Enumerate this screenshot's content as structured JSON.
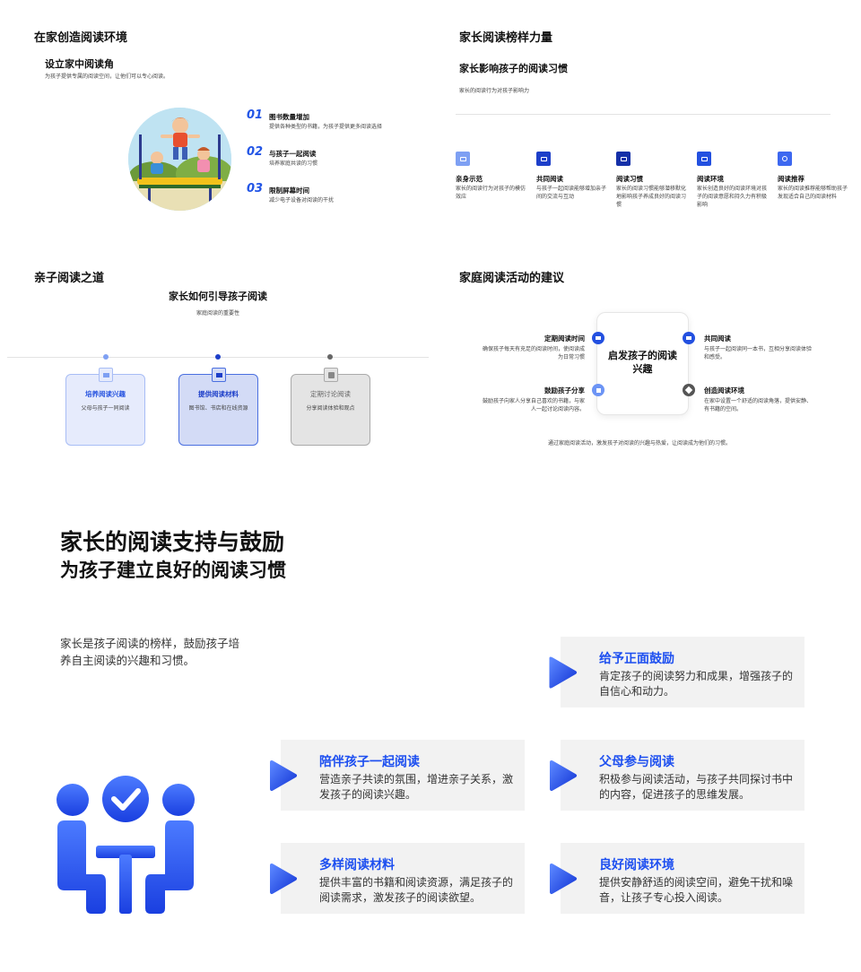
{
  "slide1": {
    "title": "在家创造阅读环境",
    "subtitle": "设立家中阅读角",
    "desc": "为孩子提供专属的阅读空间，让他们可以专心阅读。",
    "items": [
      {
        "num": "01",
        "title": "图书数量增加",
        "desc": "提供各种类型的书籍，为孩子提供更多阅读选择"
      },
      {
        "num": "02",
        "title": "与孩子一起阅读",
        "desc": "培养家庭共读的习惯"
      },
      {
        "num": "03",
        "title": "限制屏幕时间",
        "desc": "减少电子设备对阅读的干扰"
      }
    ]
  },
  "slide2": {
    "title": "家长阅读榜样力量",
    "subtitle": "家长影响孩子的阅读习惯",
    "desc": "家长的阅读行为对孩子影响力",
    "items": [
      {
        "title": "亲身示范",
        "desc": "家长的阅读行为对孩子的模仿效应"
      },
      {
        "title": "共同阅读",
        "desc": "与孩子一起阅读能够增加亲子间的交流与互动"
      },
      {
        "title": "阅读习惯",
        "desc": "家长的阅读习惯能够潜移默化地影响孩子养成良好的阅读习惯"
      },
      {
        "title": "阅读环境",
        "desc": "家长创造良好的阅读环境对孩子的阅读意愿和持久力有积极影响"
      },
      {
        "title": "阅读推荐",
        "desc": "家长的阅读推荐能够帮助孩子发现适合自己的阅读材料"
      }
    ]
  },
  "slide3": {
    "title": "亲子阅读之道",
    "subtitle": "家长如何引导孩子阅读",
    "desc": "家庭阅读的重要性",
    "cards": [
      {
        "title": "培养阅读兴趣",
        "desc": "父母与孩子一同阅读"
      },
      {
        "title": "提供阅读材料",
        "desc": "图书馆、书店和在线资源"
      },
      {
        "title": "定期讨论阅读",
        "desc": "分享阅读体验和观点"
      }
    ]
  },
  "slide4": {
    "title": "家庭阅读活动的建议",
    "center": "启发孩子的阅读兴趣",
    "items": [
      {
        "title": "定期阅读时间",
        "desc": "确保孩子每天有充足的阅读时间，使阅读成为日常习惯"
      },
      {
        "title": "共同阅读",
        "desc": "与孩子一起阅读同一本书，互相分享阅读体验和感受。"
      },
      {
        "title": "鼓励孩子分享",
        "desc": "鼓励孩子向家人分享自己喜欢的书籍，与家人一起讨论阅读内容。"
      },
      {
        "title": "创造阅读环境",
        "desc": "在家中设置一个舒适的阅读角落，提供安静、有书籍的空间。"
      }
    ],
    "footer": "通过家庭阅读活动，激发孩子对阅读的兴趣与热爱，让阅读成为他们的习惯。"
  },
  "slide5": {
    "title_line1": "家长的阅读支持与鼓励",
    "title_line2": "为孩子建立良好的阅读习惯",
    "intro": "家长是孩子阅读的榜样，鼓励孩子培养自主阅读的兴趣和习惯。",
    "cards": [
      {
        "title": "给予正面鼓励",
        "desc": "肯定孩子的阅读努力和成果，增强孩子的自信心和动力。"
      },
      {
        "title": "陪伴孩子一起阅读",
        "desc": "营造亲子共读的氛围，增进亲子关系，激发孩子的阅读兴趣。"
      },
      {
        "title": "父母参与阅读",
        "desc": "积极参与阅读活动，与孩子共同探讨书中的内容，促进孩子的思维发展。"
      },
      {
        "title": "多样阅读材料",
        "desc": "提供丰富的书籍和阅读资源，满足孩子的阅读需求，激发孩子的阅读欲望。"
      },
      {
        "title": "良好阅读环境",
        "desc": "提供安静舒适的阅读空间，避免干扰和噪音，让孩子专心投入阅读。"
      }
    ]
  },
  "colors": {
    "accent": "#1d4ff0",
    "light_blue": "#e6ebfc",
    "gray_card": "#f2f2f2"
  }
}
